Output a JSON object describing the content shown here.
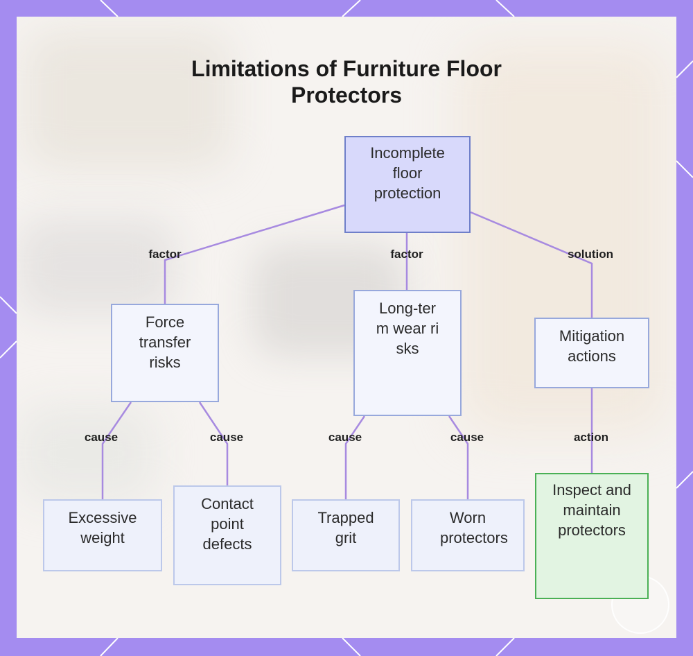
{
  "title": "Limitations of Furniture Floor Protectors",
  "colors": {
    "frame": "#a48cf0",
    "edge": "#a78ae0",
    "root_fill": "#d8d9fb",
    "action_fill": "#e2f4e2",
    "action_border": "#4ab055"
  },
  "nodes": {
    "root": "Incomplete floor protection",
    "force": "Force transfer risks",
    "wear": "Long-term wear risks",
    "mitigation": "Mitigation actions",
    "weight": "Excessive weight",
    "contact": "Contact point defects",
    "grit": "Trapped grit",
    "worn": "Worn protectors",
    "inspect": "Inspect and maintain protectors"
  },
  "edge_labels": {
    "root_force": "factor",
    "root_wear": "factor",
    "root_mitigation": "solution",
    "force_weight": "cause",
    "force_contact": "cause",
    "wear_grit": "cause",
    "wear_worn": "cause",
    "mitigation_inspect": "action"
  }
}
